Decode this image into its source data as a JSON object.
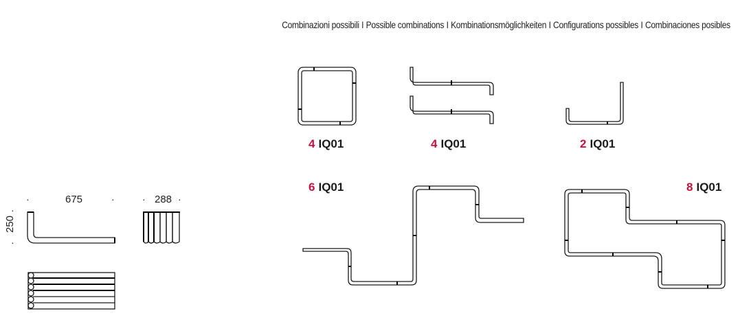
{
  "header": {
    "titles": [
      "Combinazioni possibili",
      "Possible combinations",
      "Kombinationsmöglichkeiten",
      "Configurations possibles",
      "Combinaciones posibles"
    ],
    "separator": "I"
  },
  "product": {
    "dimensions": {
      "width": "675",
      "depth": "288",
      "height": "250"
    }
  },
  "combinations": [
    {
      "count": "4",
      "model": "IQ01",
      "shape": "square"
    },
    {
      "count": "4",
      "model": "IQ01",
      "shape": "two-parallel-z"
    },
    {
      "count": "2",
      "model": "IQ01",
      "shape": "u-shape"
    },
    {
      "count": "6",
      "model": "IQ01",
      "shape": "step-wave"
    },
    {
      "count": "8",
      "model": "IQ01",
      "shape": "offset-loop"
    }
  ],
  "colors": {
    "accent": "#c4123e",
    "text": "#1a1a1a",
    "line": "#1a1a1a",
    "background": "#ffffff"
  }
}
